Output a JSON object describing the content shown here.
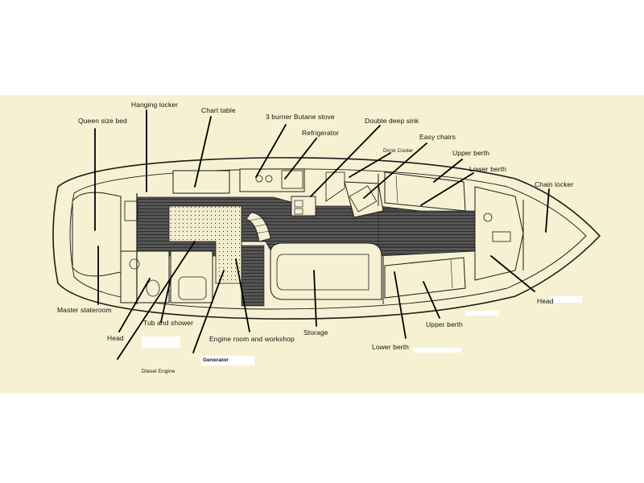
{
  "labels": {
    "queen_size_bed": "Queen size bed",
    "hanging_locker": "Hanging locker",
    "chart_table": "Chart table",
    "burner_stove": "3 burner Butane stove",
    "refrigerator": "Refrigerator",
    "double_deep_sink": "Double deep sink",
    "drink_cooler": "Drink Cooler",
    "easy_chairs": "Easy chairs",
    "upper_berth_fwd": "Upper berth",
    "lower_berth_fwd": "Lower berth",
    "chain_locker": "Chain locker",
    "head_fwd": "Head",
    "upper_berth_aft": "Upper berth",
    "lower_berth_aft": "Lower berth",
    "storage": "Storage",
    "engine_room": "Engine room and workshop",
    "generator": "Generator",
    "diesel_engine": "Diesel Engine",
    "tub_and_shower": "Tub and shower",
    "head_aft": "Head",
    "master_stateroom": "Master stateroom"
  },
  "colors": {
    "paper": "#f7f1d3",
    "ink": "#1a1a1a",
    "floor": "#4a4a4a",
    "highlight": "#ffffff"
  }
}
